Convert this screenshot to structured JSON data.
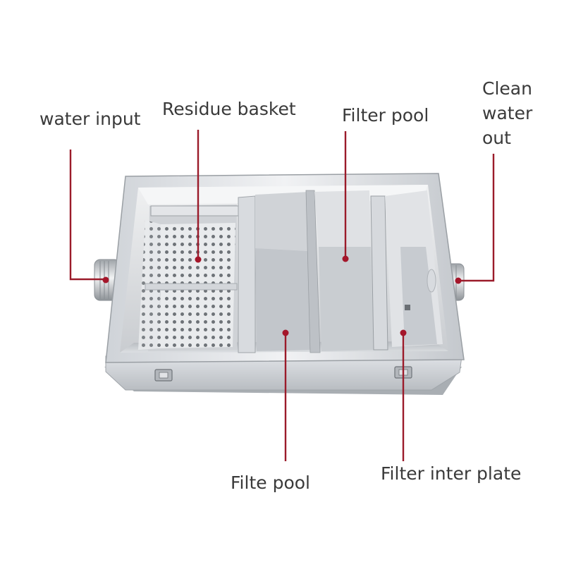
{
  "labels": {
    "water_input": "water input",
    "residue_basket": "Residue basket",
    "filter_pool": "Filter pool",
    "clean_water_out": [
      "Clean",
      "water",
      "out"
    ],
    "filte_pool": "Filte pool",
    "filter_inter_plate": "Filter inter plate"
  },
  "colors": {
    "leader_line": "#9b1b2a",
    "marker_dot": "#a4162a",
    "label_text": "#3a3a3a",
    "steel_light": "#e6e8eb",
    "steel_mid": "#c3c7cc",
    "steel_dark": "#8f949a"
  }
}
